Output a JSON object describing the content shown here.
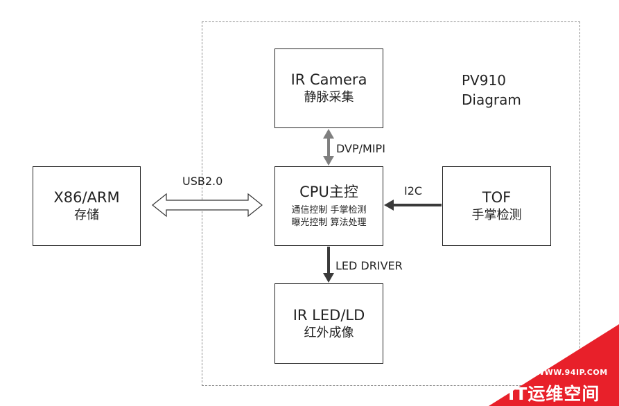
{
  "diagram": {
    "title_line1": "PV910",
    "title_line2": "Diagram",
    "nodes": {
      "ir_camera": {
        "line1": "IR Camera",
        "line2": "静脉采集"
      },
      "cpu": {
        "line1": "CPU主控",
        "line2": "通信控制 手掌检测",
        "line3": "曝光控制 算法处理"
      },
      "ir_led": {
        "line1": "IR LED/LD",
        "line2": "红外成像"
      },
      "host": {
        "line1": "X86/ARM",
        "line2": "存储"
      },
      "tof": {
        "line1": "TOF",
        "line2": "手掌检测"
      }
    },
    "edges": {
      "camera_cpu": "DVP/MIPI",
      "host_cpu": "USB2.0",
      "tof_cpu": "I2C",
      "cpu_led": "LED DRIVER"
    }
  },
  "watermark": {
    "url": "WWW.94IP.COM",
    "name": "IT运维空间",
    "color": "#e8202a"
  }
}
